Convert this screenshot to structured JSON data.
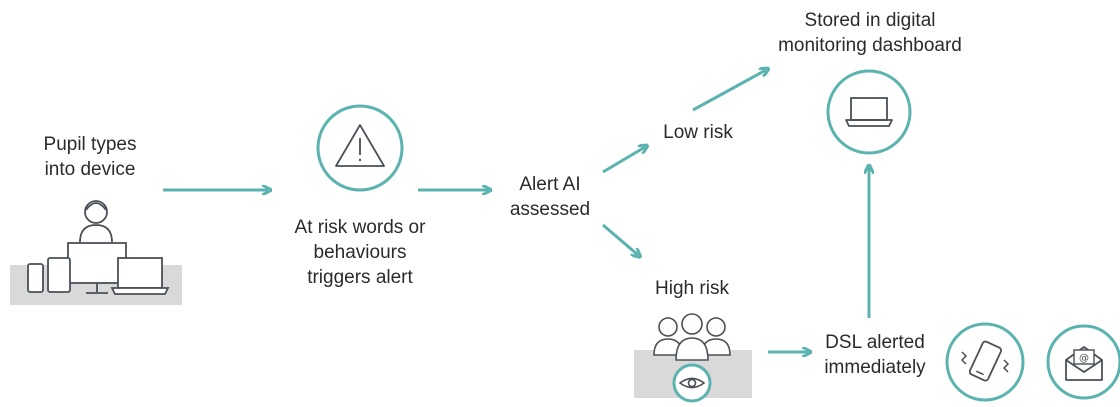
{
  "colors": {
    "accent": "#5bb3b0",
    "icon_stroke": "#4a4f57",
    "panel": "#d9d9d9",
    "text": "#2b2b2b"
  },
  "steps": {
    "pupil": {
      "line1": "Pupil types",
      "line2": "into device",
      "icon": "pupil-devices-icon"
    },
    "trigger": {
      "line1": "At risk words or",
      "line2": "behaviours",
      "line3": "triggers alert",
      "icon": "warning-triangle-icon"
    },
    "assess": {
      "line1": "Alert AI",
      "line2": "assessed"
    },
    "low_risk": {
      "label": "Low risk"
    },
    "high_risk": {
      "label": "High risk",
      "icon": "group-eye-icon"
    },
    "stored": {
      "line1": "Stored in digital",
      "line2": "monitoring dashboard",
      "icon": "laptop-icon"
    },
    "dsl": {
      "line1": "DSL alerted",
      "line2": "immediately",
      "icons": [
        "phone-vibrate-icon",
        "email-envelope-icon"
      ]
    }
  }
}
